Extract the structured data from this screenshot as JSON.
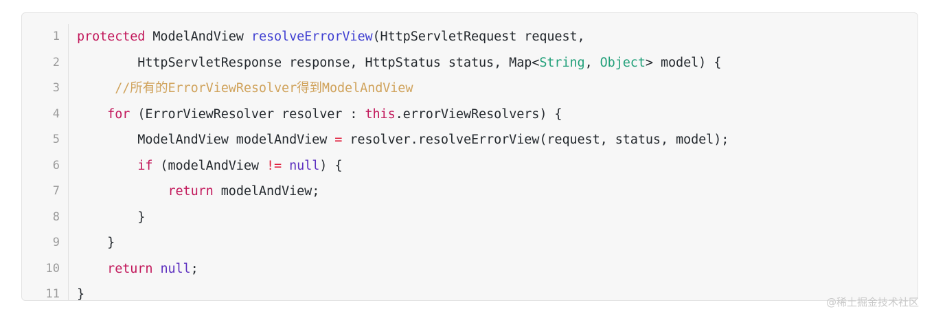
{
  "editor": {
    "language": "java",
    "background_color": "#f7f7f7",
    "border_color": "#e3e3e3",
    "gutter_text_color": "#9b9b9b",
    "line_numbers": [
      "1",
      "2",
      "3",
      "4",
      "5",
      "6",
      "7",
      "8",
      "9",
      "10",
      "11"
    ],
    "lines": [
      {
        "number": "1",
        "text": "protected ModelAndView resolveErrorView(HttpServletRequest request,",
        "tokens": [
          {
            "t": "protected",
            "c": "tok-kw"
          },
          {
            "t": " ",
            "c": "tok-plain"
          },
          {
            "t": "ModelAndView",
            "c": "tok-type"
          },
          {
            "t": " ",
            "c": "tok-plain"
          },
          {
            "t": "resolveErrorView",
            "c": "tok-fn"
          },
          {
            "t": "(HttpServletRequest request,",
            "c": "tok-plain"
          }
        ]
      },
      {
        "number": "2",
        "text": "        HttpServletResponse response, HttpStatus status, Map<String, Object> model) {",
        "tokens": [
          {
            "t": "        HttpServletResponse response, HttpStatus status, Map<",
            "c": "tok-plain"
          },
          {
            "t": "String",
            "c": "tok-generic"
          },
          {
            "t": ", ",
            "c": "tok-plain"
          },
          {
            "t": "Object",
            "c": "tok-generic"
          },
          {
            "t": "> model) {",
            "c": "tok-plain"
          }
        ]
      },
      {
        "number": "3",
        "text": "     //所有的ErrorViewResolver得到ModelAndView",
        "tokens": [
          {
            "t": "     ",
            "c": "tok-plain"
          },
          {
            "t": "//所有的ErrorViewResolver得到ModelAndView",
            "c": "tok-comment"
          }
        ]
      },
      {
        "number": "4",
        "text": "    for (ErrorViewResolver resolver : this.errorViewResolvers) {",
        "tokens": [
          {
            "t": "    ",
            "c": "tok-plain"
          },
          {
            "t": "for",
            "c": "tok-kw"
          },
          {
            "t": " (ErrorViewResolver resolver : ",
            "c": "tok-plain"
          },
          {
            "t": "this",
            "c": "tok-kw"
          },
          {
            "t": ".errorViewResolvers) {",
            "c": "tok-plain"
          }
        ]
      },
      {
        "number": "5",
        "text": "        ModelAndView modelAndView = resolver.resolveErrorView(request, status, model);",
        "tokens": [
          {
            "t": "        ModelAndView modelAndView ",
            "c": "tok-plain"
          },
          {
            "t": "=",
            "c": "tok-op"
          },
          {
            "t": " resolver.resolveErrorView(request, status, model);",
            "c": "tok-plain"
          }
        ]
      },
      {
        "number": "6",
        "text": "        if (modelAndView != null) {",
        "tokens": [
          {
            "t": "        ",
            "c": "tok-plain"
          },
          {
            "t": "if",
            "c": "tok-kw"
          },
          {
            "t": " (modelAndView ",
            "c": "tok-plain"
          },
          {
            "t": "!=",
            "c": "tok-op"
          },
          {
            "t": " ",
            "c": "tok-plain"
          },
          {
            "t": "null",
            "c": "tok-null"
          },
          {
            "t": ") {",
            "c": "tok-plain"
          }
        ]
      },
      {
        "number": "7",
        "text": "            return modelAndView;",
        "tokens": [
          {
            "t": "            ",
            "c": "tok-plain"
          },
          {
            "t": "return",
            "c": "tok-kw"
          },
          {
            "t": " modelAndView;",
            "c": "tok-plain"
          }
        ]
      },
      {
        "number": "8",
        "text": "        }",
        "tokens": [
          {
            "t": "        }",
            "c": "tok-plain"
          }
        ]
      },
      {
        "number": "9",
        "text": "    }",
        "tokens": [
          {
            "t": "    }",
            "c": "tok-plain"
          }
        ]
      },
      {
        "number": "10",
        "text": "    return null;",
        "tokens": [
          {
            "t": "    ",
            "c": "tok-plain"
          },
          {
            "t": "return",
            "c": "tok-kw"
          },
          {
            "t": " ",
            "c": "tok-plain"
          },
          {
            "t": "null",
            "c": "tok-null"
          },
          {
            "t": ";",
            "c": "tok-plain"
          }
        ]
      },
      {
        "number": "11",
        "text": "}",
        "tokens": [
          {
            "t": "}",
            "c": "tok-plain"
          }
        ]
      }
    ]
  },
  "watermark": {
    "text": "@稀土掘金技术社区",
    "color": "#c9c9c9"
  }
}
